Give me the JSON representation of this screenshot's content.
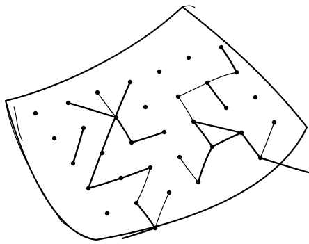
{
  "figure": {
    "kind": "hand-drawn dot grid puzzle sheet",
    "stroke_color": "#000000",
    "background_color": "#ffffff",
    "grid": {
      "rows": 7,
      "cols": 7,
      "dots_visible": 36
    },
    "connections": [
      {
        "from": [
          3,
          0
        ],
        "to": [
          0,
          3
        ],
        "weight": "heavy"
      },
      {
        "from": [
          3,
          0
        ],
        "to": [
          3,
          2
        ],
        "weight": "heavy"
      },
      {
        "from": [
          1,
          2
        ],
        "to": [
          2,
          2
        ],
        "weight": "heavy"
      },
      {
        "from": [
          2,
          2
        ],
        "to": [
          2,
          3
        ],
        "weight": "heavy"
      },
      {
        "from": [
          1,
          2
        ],
        "to": [
          0,
          1
        ],
        "weight": "heavy"
      },
      {
        "from": [
          1,
          2
        ],
        "to": [
          0,
          2
        ],
        "weight": "light"
      },
      {
        "from": [
          2,
          0
        ],
        "to": [
          1,
          1
        ],
        "weight": "heavy"
      },
      {
        "from": [
          4,
          3
        ],
        "to": [
          3,
          4
        ],
        "weight": "heavy"
      },
      {
        "from": [
          4,
          3
        ],
        "to": [
          3,
          3
        ],
        "weight": "light"
      },
      {
        "from": [
          4,
          1
        ],
        "to": [
          3,
          2
        ],
        "weight": "light"
      },
      {
        "from": [
          5,
          0
        ],
        "to": [
          5,
          1
        ],
        "weight": "heavy"
      },
      {
        "from": [
          5,
          1
        ],
        "to": [
          4,
          1
        ],
        "weight": "heavy"
      },
      {
        "from": [
          5,
          1
        ],
        "to": [
          4,
          2
        ],
        "weight": "light"
      },
      {
        "from": [
          0,
          6
        ],
        "to": [
          1,
          6
        ],
        "weight": "heavy"
      },
      {
        "from": [
          1,
          6
        ],
        "to": [
          1,
          5
        ],
        "weight": "light"
      },
      {
        "from": [
          1,
          5
        ],
        "to": [
          2,
          5
        ],
        "weight": "heavy"
      },
      {
        "from": [
          1,
          4
        ],
        "to": [
          2,
          4
        ],
        "weight": "light"
      },
      {
        "from": [
          1,
          4
        ],
        "to": [
          1,
          5
        ],
        "weight": "light"
      },
      {
        "from": [
          2,
          4
        ],
        "to": [
          3,
          4
        ],
        "weight": "heavy"
      },
      {
        "from": [
          2,
          4
        ],
        "to": [
          3,
          5
        ],
        "weight": "heavy"
      },
      {
        "from": [
          3,
          4
        ],
        "to": [
          3,
          5
        ],
        "weight": "heavy"
      },
      {
        "from": [
          4,
          5
        ],
        "to": [
          3,
          5
        ],
        "weight": "heavy"
      },
      {
        "from": [
          3,
          6
        ],
        "to": [
          4,
          5
        ],
        "weight": "light"
      },
      {
        "from": [
          5,
          6
        ],
        "to": [
          4,
          5
        ],
        "weight": "heavy"
      }
    ]
  }
}
